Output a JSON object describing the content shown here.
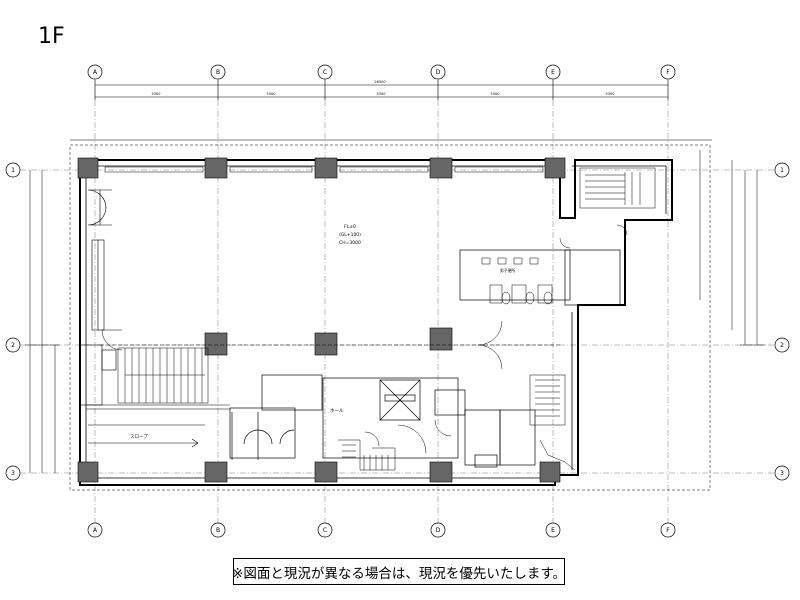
{
  "floor_label": "1F",
  "notice": "※図面と現況が異なる場合は、現況を優先いたします。",
  "grid": {
    "columns": [
      "A",
      "B",
      "C",
      "D",
      "E",
      "F"
    ],
    "rows": [
      "1",
      "2",
      "3"
    ]
  },
  "rooms": {
    "office_line1": "FL±0",
    "office_line2": "(GL+100)",
    "office_line3": "CH=3000",
    "hall": "ホール",
    "slope": "スロープ",
    "toilet": "男子便所"
  }
}
